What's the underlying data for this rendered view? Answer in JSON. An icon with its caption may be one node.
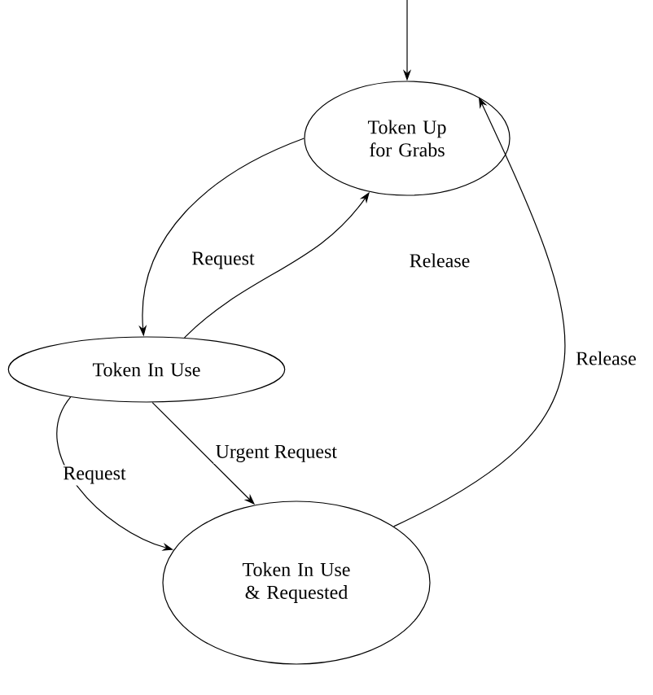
{
  "diagram": {
    "nodes": [
      {
        "text": [
          "Token Up for Grabs"
        ]
      },
      {
        "text": [
          "Token In Use"
        ]
      },
      {
        "text": [
          "Token In Use & Requested"
        ]
      }
    ],
    "edges": [
      {
        "from": null,
        "to": 0,
        "arrow": "to"
      },
      {
        "from": 0,
        "to": 1,
        "arrow": "to",
        "label": "Request"
      },
      {
        "from": 1,
        "to": 0,
        "arrow": "to",
        "label": "Release"
      },
      {
        "from": 1,
        "to": 2,
        "arrow": "to",
        "label": "Request"
      },
      {
        "from": 1,
        "to": 2,
        "arrow": "to",
        "label": "Urgent Request"
      },
      {
        "from": 2,
        "to": 0,
        "arrow": "to",
        "label": "Release"
      }
    ]
  }
}
